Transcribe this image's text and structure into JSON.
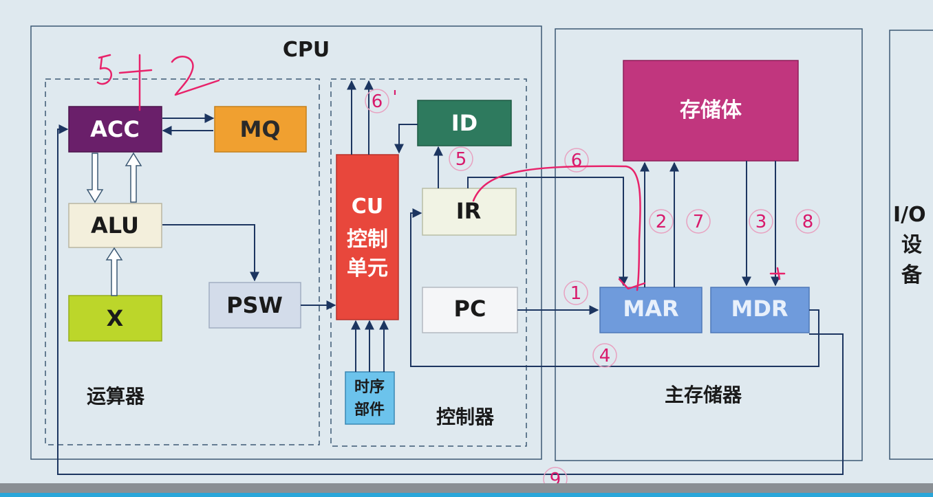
{
  "cpu": {
    "title": "CPU"
  },
  "alu_section": {
    "label": "运算器"
  },
  "control_section": {
    "label": "控制器"
  },
  "memory_section": {
    "label": "主存储器"
  },
  "blocks": {
    "acc": "ACC",
    "mq": "MQ",
    "alu": "ALU",
    "x": "X",
    "psw": "PSW",
    "cu": [
      "CU",
      "控制",
      "单元"
    ],
    "timing": [
      "时序",
      "部件"
    ],
    "id": "ID",
    "ir": "IR",
    "pc": "PC",
    "storage": "存储体",
    "mar": "MAR",
    "mdr": "MDR"
  },
  "io": {
    "lines": [
      "I/O",
      "设",
      "备"
    ]
  },
  "step_numbers": {
    "s1": "1",
    "s2": "2",
    "s3": "3",
    "s4": "4",
    "s5": "5",
    "s6": "6",
    "s6p": "6",
    "s6p_mark": "'",
    "s7": "7",
    "s8": "8",
    "s9": "9"
  },
  "colors": {
    "acc": "#6a1f6a",
    "mq": "#f0a030",
    "alu": "#f3efdc",
    "x": "#bcd62a",
    "psw": "#d3dcea",
    "cu": "#e8473c",
    "timing": "#6cc3ec",
    "id": "#2e7a5e",
    "ir": "#f1f3e4",
    "pc": "#f5f6f8",
    "storage": "#c1367e",
    "mar": "#6f9bdc",
    "mdr": "#6f9bdc",
    "ink": "#e8226a",
    "line": "#1c3560"
  }
}
